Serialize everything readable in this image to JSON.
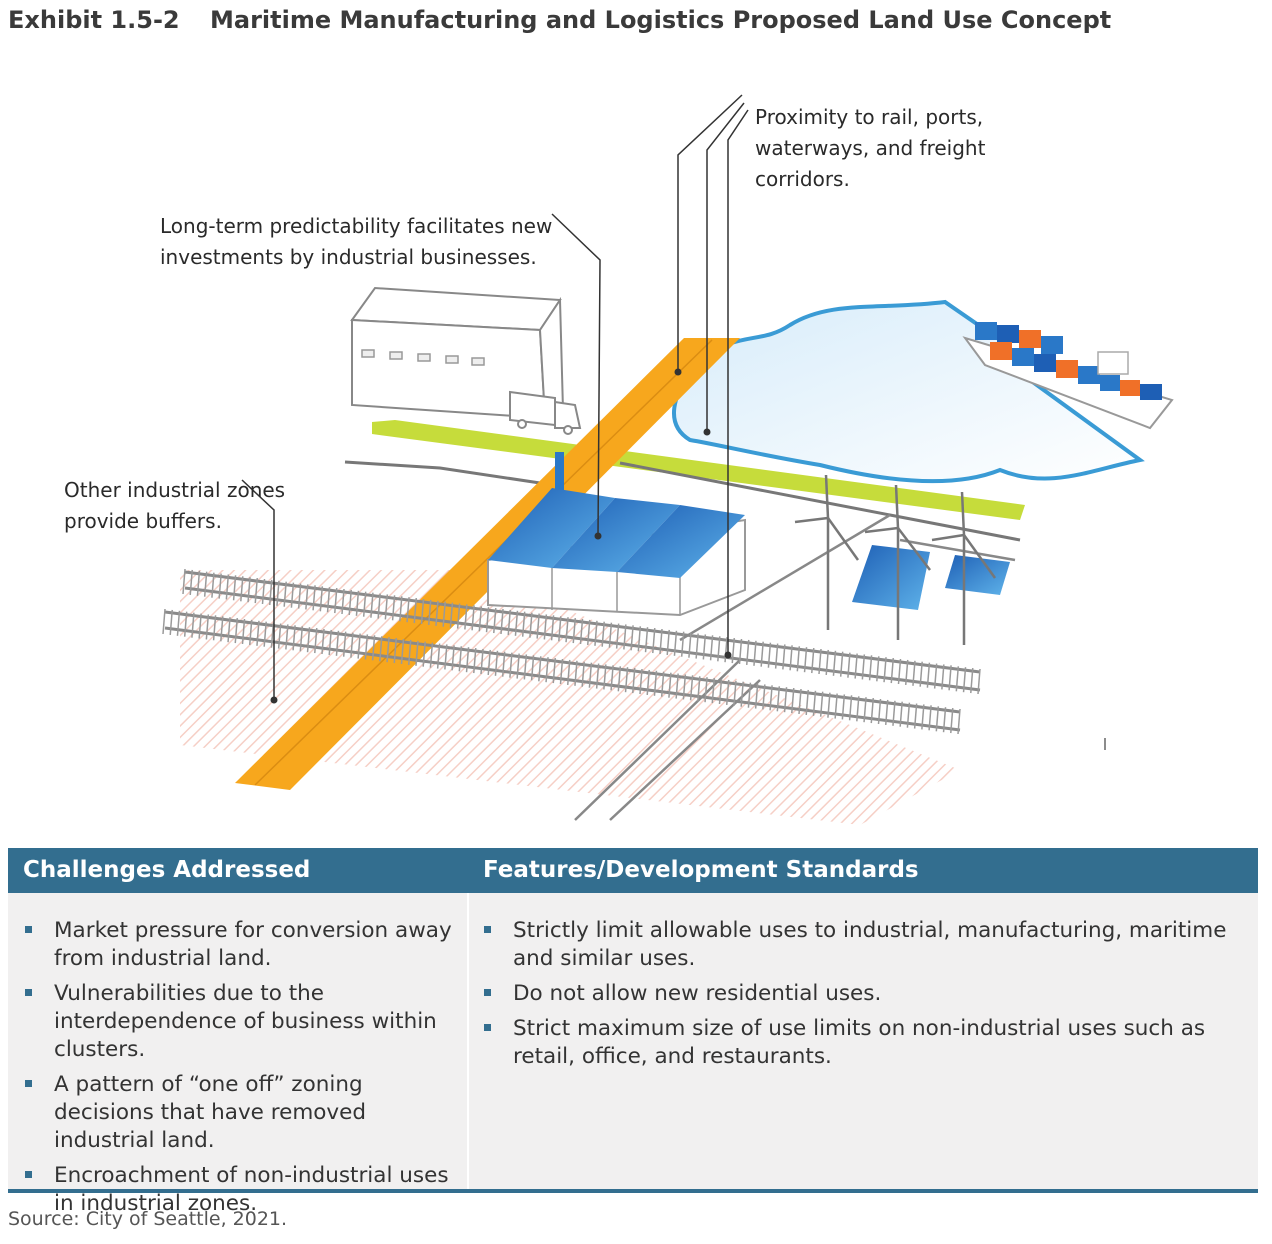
{
  "exhibit": {
    "number": "Exhibit 1.5-2",
    "title": "Maritime Manufacturing and Logistics Proposed Land Use Concept"
  },
  "callouts": {
    "rail": "Proximity to rail, ports,\nwaterways, and freight\ncorridors.",
    "predictability": "Long-term predictability facilitates new\ninvestments by industrial businesses.",
    "buffers": "Other industrial zones\nprovide buffers."
  },
  "table": {
    "left_header": "Challenges Addressed",
    "right_header": "Features/Development Standards",
    "challenges": [
      "Market pressure for conversion away from industrial land.",
      "Vulnerabilities due to the interdependence of business within clusters.",
      "A pattern of “one off” zoning decisions that have removed industrial land.",
      "Encroachment of non-industrial uses in industrial zones."
    ],
    "features": [
      "Strictly limit allowable uses to industrial, manufacturing, maritime and similar uses.",
      "Do not allow new residential uses.",
      "Strict maximum size of use limits on non-industrial uses such as retail, office, and restaurants."
    ]
  },
  "source": "Source: City of Seattle, 2021.",
  "colors": {
    "header_blue": "#336e8f",
    "corridor_orange": "#f7a71d",
    "green_strip": "#c6dc3b",
    "water_blue": "#3a9bd5",
    "panel_blue": "#2a78c8",
    "container_orange": "#f07028",
    "buffer_pink": "#f4c7bc"
  }
}
